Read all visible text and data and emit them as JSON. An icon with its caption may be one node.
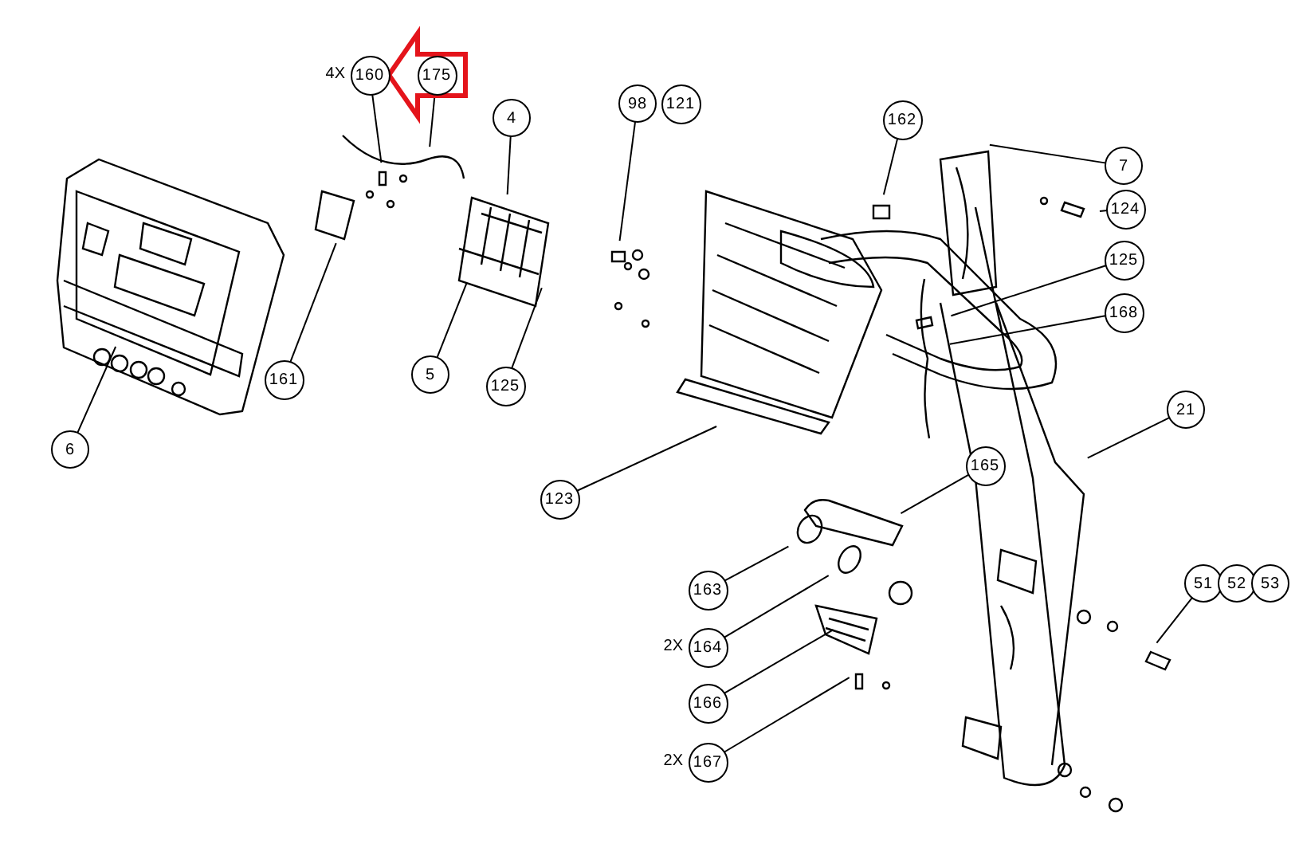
{
  "diagram": {
    "nodes": [
      {
        "text": [
          "160"
        ],
        "beside": [
          "4X"
        ]
      },
      {
        "text": [
          "175"
        ]
      },
      {
        "text": [
          "98"
        ]
      },
      {
        "text": [
          "121"
        ]
      },
      {
        "text": [
          "4"
        ]
      },
      {
        "text": [
          "162"
        ]
      },
      {
        "text": [
          "7"
        ]
      },
      {
        "text": [
          "124"
        ]
      },
      {
        "text": [
          "125"
        ]
      },
      {
        "text": [
          "168"
        ]
      },
      {
        "text": [
          "161"
        ]
      },
      {
        "text": [
          "5"
        ]
      },
      {
        "text": [
          "125"
        ]
      },
      {
        "text": [
          "21"
        ]
      },
      {
        "text": [
          "6"
        ]
      },
      {
        "text": [
          "165"
        ]
      },
      {
        "text": [
          "123"
        ]
      },
      {
        "text": [
          "51"
        ]
      },
      {
        "text": [
          "52"
        ]
      },
      {
        "text": [
          "53"
        ]
      },
      {
        "text": [
          "163"
        ]
      },
      {
        "text": [
          "164"
        ],
        "beside": [
          "2X"
        ]
      },
      {
        "text": [
          "166"
        ]
      },
      {
        "text": [
          "167"
        ],
        "beside": [
          "2X"
        ]
      }
    ],
    "edges": [
      {
        "from": 0,
        "to": null,
        "arrow": "none"
      },
      {
        "from": 1,
        "to": null,
        "arrow": "none"
      },
      {
        "from": 2,
        "to": null,
        "arrow": "none"
      },
      {
        "from": 4,
        "to": null,
        "arrow": "none"
      },
      {
        "from": 5,
        "to": null,
        "arrow": "none"
      },
      {
        "from": 6,
        "to": null,
        "arrow": "none"
      },
      {
        "from": 7,
        "to": null,
        "arrow": "none"
      },
      {
        "from": 8,
        "to": null,
        "arrow": "none"
      },
      {
        "from": 9,
        "to": null,
        "arrow": "none"
      },
      {
        "from": 10,
        "to": null,
        "arrow": "none"
      },
      {
        "from": 11,
        "to": null,
        "arrow": "none"
      },
      {
        "from": 12,
        "to": null,
        "arrow": "none"
      },
      {
        "from": 13,
        "to": null,
        "arrow": "none"
      },
      {
        "from": 14,
        "to": null,
        "arrow": "none"
      },
      {
        "from": 15,
        "to": null,
        "arrow": "none"
      },
      {
        "from": 16,
        "to": null,
        "arrow": "none"
      },
      {
        "from": 17,
        "to": null,
        "arrow": "none"
      },
      {
        "from": 20,
        "to": null,
        "arrow": "none"
      },
      {
        "from": 21,
        "to": null,
        "arrow": "none"
      },
      {
        "from": 22,
        "to": null,
        "arrow": "none"
      },
      {
        "from": 23,
        "to": null,
        "arrow": "none"
      },
      {
        "from": 1,
        "to": 0,
        "arrow": "to",
        "style": "thick",
        "color": "#e4141b"
      }
    ]
  }
}
